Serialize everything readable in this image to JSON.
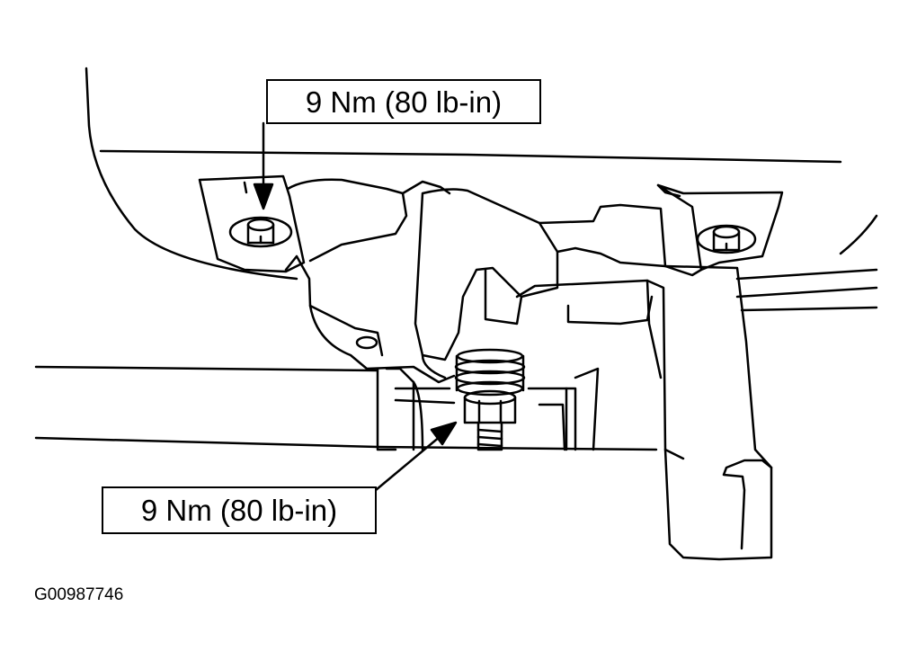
{
  "callouts": {
    "top_bolt_torque": "9 Nm (80 lb-in)",
    "bottom_nut_torque": "9 Nm (80 lb-in)"
  },
  "figure_id": "G00987746",
  "colors": {
    "line": "#000000",
    "background": "#ffffff"
  },
  "icons": [
    "torque-arrow-icon"
  ]
}
